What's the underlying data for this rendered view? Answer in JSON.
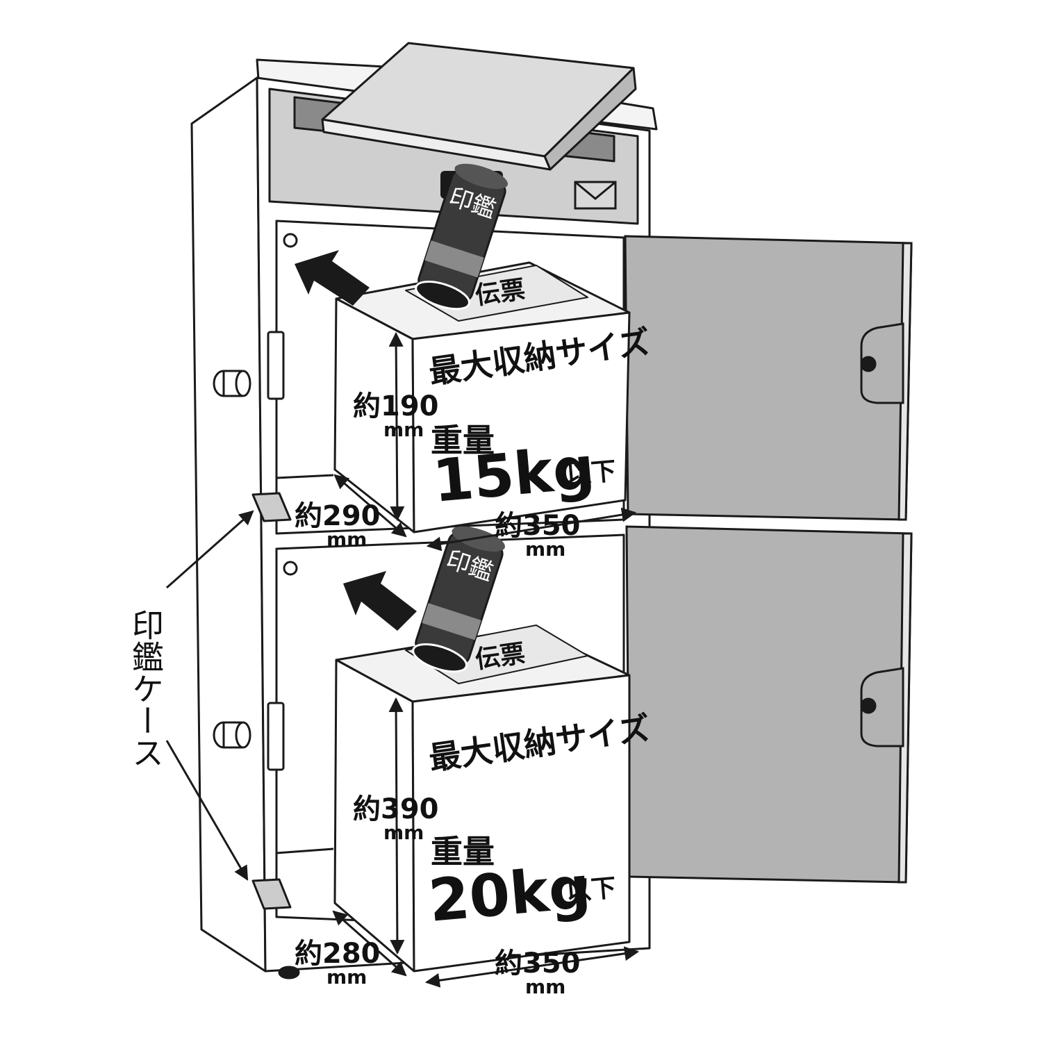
{
  "labels": {
    "seal_case": "印鑑ケース",
    "seal": "印鑑",
    "slip": "伝票",
    "max_size": "最大収納サイズ",
    "weight_word": "重量",
    "below": "以下",
    "unit_mm": "mm"
  },
  "upper_box": {
    "height": "約190",
    "depth": "約290",
    "width": "約350",
    "weight": "15kg"
  },
  "lower_box": {
    "height": "約390",
    "depth": "約280",
    "width": "約350",
    "weight": "20kg"
  },
  "colors": {
    "door": "#b3b3b3",
    "panel": "#cfcfcf",
    "lid": "#dcdcdc",
    "line": "#1a1a1a",
    "seal_dark": "#3a3a3a",
    "seal_mid": "#8a8a8a"
  }
}
